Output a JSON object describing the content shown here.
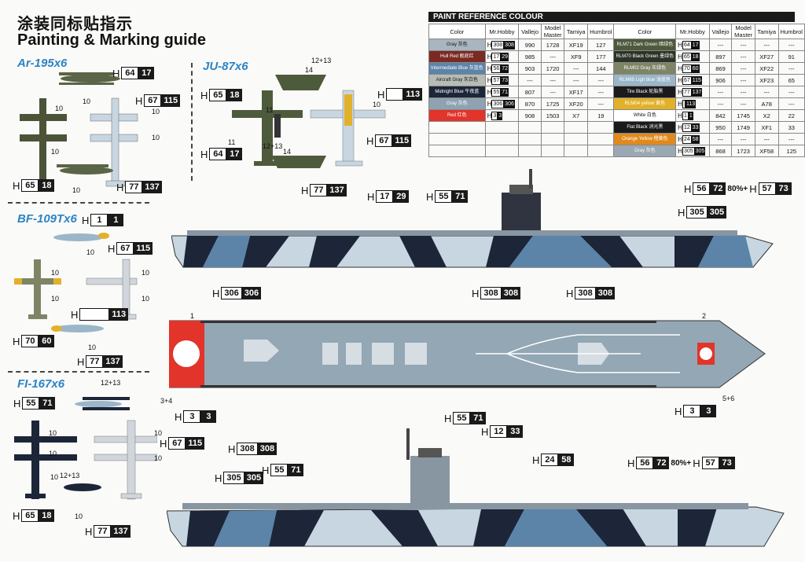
{
  "header": {
    "title_cn": "涂装同标贴指示",
    "title_en": "Painting & Marking guide"
  },
  "sections": {
    "ar": "Ar-195x6",
    "ju": "JU-87x6",
    "bf": "BF-109Tx6",
    "fi": "FI-167x6"
  },
  "codes": {
    "ar_top": {
      "a": "64",
      "b": "17"
    },
    "ar_right": {
      "a": "67",
      "b": "115"
    },
    "ar_left": {
      "a": "65",
      "b": "18"
    },
    "ar_bottom": {
      "a": "77",
      "b": "137"
    },
    "ju_left": {
      "a": "65",
      "b": "18"
    },
    "ju_right": {
      "a": "",
      "b": "113"
    },
    "ju_right2": {
      "a": "67",
      "b": "115"
    },
    "ju_bl": {
      "a": "64",
      "b": "17"
    },
    "ju_bottom": {
      "a": "77",
      "b": "137"
    },
    "bf_top": {
      "a": "1",
      "b": "1"
    },
    "bf_right": {
      "a": "67",
      "b": "115"
    },
    "bf_right2": {
      "a": "",
      "b": "113"
    },
    "bf_left": {
      "a": "70",
      "b": "60"
    },
    "bf_bottom": {
      "a": "77",
      "b": "137"
    },
    "fi_top": {
      "a": "55",
      "b": "71"
    },
    "fi_right": {
      "a": "67",
      "b": "115"
    },
    "fi_left": {
      "a": "65",
      "b": "18"
    },
    "fi_bottom": {
      "a": "77",
      "b": "137"
    },
    "s1_a": {
      "a": "17",
      "b": "29"
    },
    "s1_b": {
      "a": "55",
      "b": "71"
    },
    "s1_c": {
      "a": "56",
      "b": "72"
    },
    "s1_d": {
      "a": "57",
      "b": "73"
    },
    "s1_e": {
      "a": "305",
      "b": "305"
    },
    "s1_f": {
      "a": "308",
      "b": "308"
    },
    "d_a": {
      "a": "306",
      "b": "306"
    },
    "d_b": {
      "a": "308",
      "b": "308"
    },
    "d_c": {
      "a": "3",
      "b": "3"
    },
    "d_d": {
      "a": "3",
      "b": "3"
    },
    "d_e": {
      "a": "55",
      "b": "71"
    },
    "d_f": {
      "a": "12",
      "b": "33"
    },
    "s2_a": {
      "a": "308",
      "b": "308"
    },
    "s2_b": {
      "a": "305",
      "b": "305"
    },
    "s2_c": {
      "a": "55",
      "b": "71"
    },
    "s2_d": {
      "a": "24",
      "b": "58"
    },
    "s2_e": {
      "a": "56",
      "b": "72"
    },
    "s2_f": {
      "a": "57",
      "b": "73"
    }
  },
  "mix": "80%+",
  "callouts": {
    "n10": "10",
    "n11": "11",
    "n12_13": "12+13",
    "n14": "14",
    "n1": "1",
    "n2": "2",
    "n3_4": "3+4",
    "n5_6": "5+6"
  },
  "paint": {
    "title": "PAINT  REFERENCE COLOUR",
    "headers": [
      "Color",
      "Mr.Hobby",
      "Vallejo",
      "Model Master",
      "Tamiya",
      "Humbrol"
    ],
    "left": [
      {
        "name": "Gray 灰色",
        "color": "#a9b5bf",
        "a": "308",
        "b": "308",
        "v": "990",
        "mm": "1728",
        "t": "XF19",
        "hu": "127"
      },
      {
        "name": "Hull Red 舰底红",
        "color": "#7a2a22",
        "a": "17",
        "b": "29",
        "v": "985",
        "mm": "---",
        "t": "XF9",
        "hu": "177"
      },
      {
        "name": "Intermediate Blue 灰蓝色",
        "color": "#5b84a8",
        "a": "56",
        "b": "72",
        "v": "903",
        "mm": "1720",
        "t": "---",
        "hu": "144"
      },
      {
        "name": "Aircraft Gray 灰白色",
        "color": "#b7bcb6",
        "a": "57",
        "b": "73",
        "v": "---",
        "mm": "---",
        "t": "---",
        "hu": "---"
      },
      {
        "name": "Midnight Blue 午夜蓝",
        "color": "#1c2638",
        "a": "55",
        "b": "71",
        "v": "807",
        "mm": "---",
        "t": "XF17",
        "hu": "---"
      },
      {
        "name": "Gray 灰色",
        "color": "#8ea2b2",
        "a": "306",
        "b": "306",
        "v": "870",
        "mm": "1725",
        "t": "XF20",
        "hu": "---"
      },
      {
        "name": "Red 红色",
        "color": "#e2342a",
        "a": "3",
        "b": "3",
        "v": "908",
        "mm": "1503",
        "t": "X7",
        "hu": "19"
      }
    ],
    "right": [
      {
        "name": "RLM71 Dark Green 暗绿色",
        "color": "#4e5a3c",
        "a": "64",
        "b": "17",
        "v": "---",
        "mm": "---",
        "t": "---",
        "hu": "---"
      },
      {
        "name": "RLM70 Black Green 墨绿色",
        "color": "#2b3325",
        "a": "65",
        "b": "18",
        "v": "897",
        "mm": "---",
        "t": "XF27",
        "hu": "91"
      },
      {
        "name": "RLM02 Gray 灰绿色",
        "color": "#7e8466",
        "a": "70",
        "b": "60",
        "v": "869",
        "mm": "---",
        "t": "XF22",
        "hu": "---"
      },
      {
        "name": "RLM65 Ligh blue 浅蓝色",
        "color": "#9bb6c9",
        "a": "67",
        "b": "115",
        "v": "906",
        "mm": "---",
        "t": "XF23",
        "hu": "65"
      },
      {
        "name": "Tire Black 轮胎黑",
        "color": "#1b1b1b",
        "a": "77",
        "b": "137",
        "v": "---",
        "mm": "---",
        "t": "---",
        "hu": "---"
      },
      {
        "name": "RLM04 yellow 黄色",
        "color": "#e2b12a",
        "a": "",
        "b": "113",
        "v": "---",
        "mm": "---",
        "t": "A78",
        "hu": "---"
      },
      {
        "name": "White 白色",
        "color": "#ffffff",
        "a": "1",
        "b": "1",
        "v": "842",
        "mm": "1745",
        "t": "X2",
        "hu": "22"
      },
      {
        "name": "Flat Black 消光黑",
        "color": "#1a1a1a",
        "a": "12",
        "b": "33",
        "v": "950",
        "mm": "1749",
        "t": "XF1",
        "hu": "33"
      },
      {
        "name": "Orange Yellow 橙黄色",
        "color": "#e08a1e",
        "a": "24",
        "b": "58",
        "v": "---",
        "mm": "---",
        "t": "---",
        "hu": "---"
      },
      {
        "name": "Gray 灰色",
        "color": "#9aa8b4",
        "a": "305",
        "b": "305",
        "v": "868",
        "mm": "1723",
        "t": "XF58",
        "hu": "125"
      }
    ]
  }
}
